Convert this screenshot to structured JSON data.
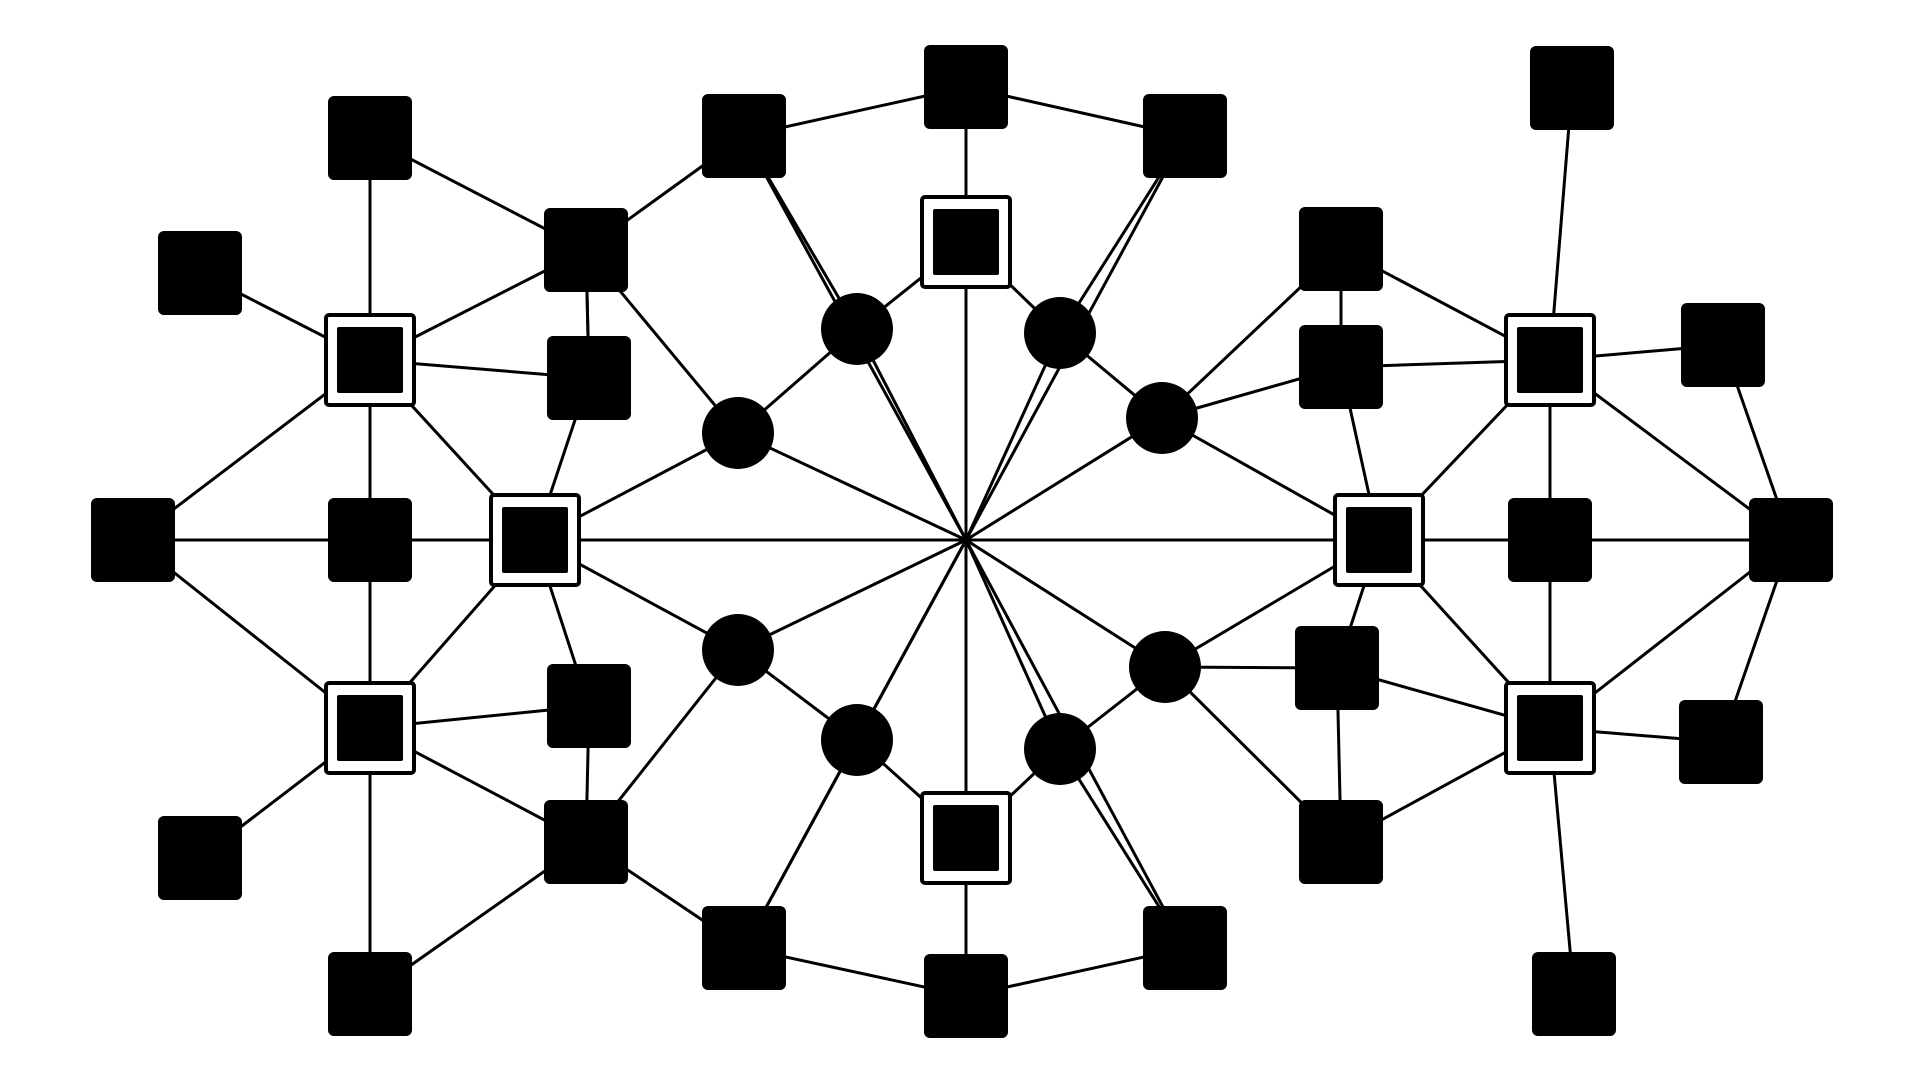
{
  "diagram": {
    "style": {
      "background": "#ffffff",
      "ink": "#000000"
    },
    "nodes": [
      {
        "id": "hub",
        "kind": "hub"
      },
      {
        "id": "c1",
        "kind": "circle"
      },
      {
        "id": "c2",
        "kind": "circle"
      },
      {
        "id": "c3",
        "kind": "circle"
      },
      {
        "id": "c4",
        "kind": "circle"
      },
      {
        "id": "c5",
        "kind": "circle"
      },
      {
        "id": "c6",
        "kind": "circle"
      },
      {
        "id": "c7",
        "kind": "circle"
      },
      {
        "id": "c8",
        "kind": "circle"
      },
      {
        "id": "f_tc",
        "kind": "framed"
      },
      {
        "id": "f_bc",
        "kind": "framed"
      },
      {
        "id": "f_lc",
        "kind": "framed"
      },
      {
        "id": "f_ul",
        "kind": "framed"
      },
      {
        "id": "f_ll",
        "kind": "framed"
      },
      {
        "id": "f_rc",
        "kind": "framed"
      },
      {
        "id": "f_ur",
        "kind": "framed"
      },
      {
        "id": "f_lr",
        "kind": "framed"
      },
      {
        "id": "s_t1",
        "kind": "square"
      },
      {
        "id": "s_t2",
        "kind": "square"
      },
      {
        "id": "s_t3",
        "kind": "square"
      },
      {
        "id": "s_b1",
        "kind": "square"
      },
      {
        "id": "s_b2",
        "kind": "square"
      },
      {
        "id": "s_b3",
        "kind": "square"
      },
      {
        "id": "s_l_tl",
        "kind": "square"
      },
      {
        "id": "s_l_ml",
        "kind": "square"
      },
      {
        "id": "s_l_far",
        "kind": "square"
      },
      {
        "id": "s_l_bl",
        "kind": "square"
      },
      {
        "id": "s_l_bt",
        "kind": "square"
      },
      {
        "id": "s_l_mu",
        "kind": "square"
      },
      {
        "id": "s_l_md",
        "kind": "square"
      },
      {
        "id": "s_l_ms",
        "kind": "square"
      },
      {
        "id": "s_l_su",
        "kind": "square"
      },
      {
        "id": "s_l_sd",
        "kind": "square"
      },
      {
        "id": "s_r_tr",
        "kind": "square"
      },
      {
        "id": "s_r_mr",
        "kind": "square"
      },
      {
        "id": "s_r_far",
        "kind": "square"
      },
      {
        "id": "s_r_br",
        "kind": "square"
      },
      {
        "id": "s_r_bt",
        "kind": "square"
      },
      {
        "id": "s_r_t1",
        "kind": "square"
      },
      {
        "id": "s_r_t2",
        "kind": "square"
      },
      {
        "id": "s_r_ms",
        "kind": "square"
      },
      {
        "id": "s_r_sd",
        "kind": "square"
      },
      {
        "id": "s_r_b1",
        "kind": "square"
      }
    ],
    "edges": [
      [
        "hub",
        "f_tc"
      ],
      [
        "hub",
        "f_bc"
      ],
      [
        "hub",
        "f_lc"
      ],
      [
        "hub",
        "f_rc"
      ],
      [
        "hub",
        "s_t1"
      ],
      [
        "hub",
        "s_t3"
      ],
      [
        "hub",
        "s_b1"
      ],
      [
        "hub",
        "s_b3"
      ],
      [
        "hub",
        "c2"
      ],
      [
        "hub",
        "c3"
      ],
      [
        "hub",
        "c5"
      ],
      [
        "hub",
        "c6"
      ],
      [
        "hub",
        "c1"
      ],
      [
        "hub",
        "c4"
      ],
      [
        "hub",
        "c7"
      ],
      [
        "hub",
        "c8"
      ],
      [
        "f_lc",
        "c1"
      ],
      [
        "f_lc",
        "c7"
      ],
      [
        "f_rc",
        "c4"
      ],
      [
        "f_rc",
        "c5"
      ],
      [
        "c1",
        "c2"
      ],
      [
        "c2",
        "f_tc"
      ],
      [
        "c3",
        "f_tc"
      ],
      [
        "c3",
        "c4"
      ],
      [
        "c7",
        "c8"
      ],
      [
        "c8",
        "f_bc"
      ],
      [
        "c6",
        "f_bc"
      ],
      [
        "c6",
        "c5"
      ],
      [
        "f_tc",
        "s_t2"
      ],
      [
        "s_t1",
        "s_t2"
      ],
      [
        "s_t2",
        "s_t3"
      ],
      [
        "s_t3",
        "c3"
      ],
      [
        "s_t1",
        "c2"
      ],
      [
        "s_t1",
        "s_l_mu"
      ],
      [
        "f_bc",
        "s_b2"
      ],
      [
        "s_b1",
        "s_b2"
      ],
      [
        "s_b2",
        "s_b3"
      ],
      [
        "s_b3",
        "c6"
      ],
      [
        "s_b1",
        "c8"
      ],
      [
        "s_b1",
        "s_l_md"
      ],
      [
        "s_l_mu",
        "c1"
      ],
      [
        "s_l_md",
        "c7"
      ],
      [
        "s_l_mu",
        "f_ul"
      ],
      [
        "s_l_mu",
        "s_l_su"
      ],
      [
        "s_l_tl",
        "f_ul"
      ],
      [
        "s_l_tl",
        "s_l_mu"
      ],
      [
        "s_l_tl",
        "s_l_ms"
      ],
      [
        "s_l_ml",
        "f_ul"
      ],
      [
        "f_ul",
        "s_l_su"
      ],
      [
        "f_ul",
        "f_lc"
      ],
      [
        "f_ul",
        "s_l_far"
      ],
      [
        "f_ul",
        "s_l_ms"
      ],
      [
        "s_l_far",
        "s_l_ms"
      ],
      [
        "s_l_ms",
        "f_lc"
      ],
      [
        "s_l_far",
        "f_ll"
      ],
      [
        "f_lc",
        "s_l_su"
      ],
      [
        "f_lc",
        "s_l_sd"
      ],
      [
        "f_lc",
        "f_ll"
      ],
      [
        "s_l_ms",
        "f_ll"
      ],
      [
        "f_ll",
        "s_l_sd"
      ],
      [
        "f_ll",
        "s_l_bl"
      ],
      [
        "f_ll",
        "s_l_bt"
      ],
      [
        "f_ll",
        "s_l_md"
      ],
      [
        "s_l_sd",
        "s_l_md"
      ],
      [
        "s_l_bt",
        "s_l_md"
      ],
      [
        "s_l_su",
        "s_l_mu"
      ],
      [
        "s_r_t1",
        "c4"
      ],
      [
        "s_r_t1",
        "s_r_t2"
      ],
      [
        "s_r_t1",
        "f_ur"
      ],
      [
        "s_r_t2",
        "c4"
      ],
      [
        "s_r_t2",
        "f_ur"
      ],
      [
        "s_r_t2",
        "f_rc"
      ],
      [
        "s_r_tr",
        "f_ur"
      ],
      [
        "f_ur",
        "s_r_mr"
      ],
      [
        "f_ur",
        "s_r_ms"
      ],
      [
        "f_ur",
        "f_rc"
      ],
      [
        "s_r_mr",
        "s_r_far"
      ],
      [
        "f_ur",
        "s_r_far"
      ],
      [
        "f_rc",
        "s_r_ms"
      ],
      [
        "s_r_ms",
        "s_r_far"
      ],
      [
        "f_rc",
        "s_r_sd"
      ],
      [
        "f_rc",
        "f_lr"
      ],
      [
        "c5",
        "s_r_sd"
      ],
      [
        "s_r_sd",
        "s_r_b1"
      ],
      [
        "s_r_sd",
        "f_lr"
      ],
      [
        "s_r_ms",
        "f_lr"
      ],
      [
        "s_r_far",
        "f_lr"
      ],
      [
        "s_r_far",
        "s_r_br"
      ],
      [
        "f_lr",
        "s_r_br"
      ],
      [
        "f_lr",
        "s_r_b1"
      ],
      [
        "f_lr",
        "s_r_bt"
      ],
      [
        "s_r_b1",
        "c5"
      ]
    ]
  }
}
